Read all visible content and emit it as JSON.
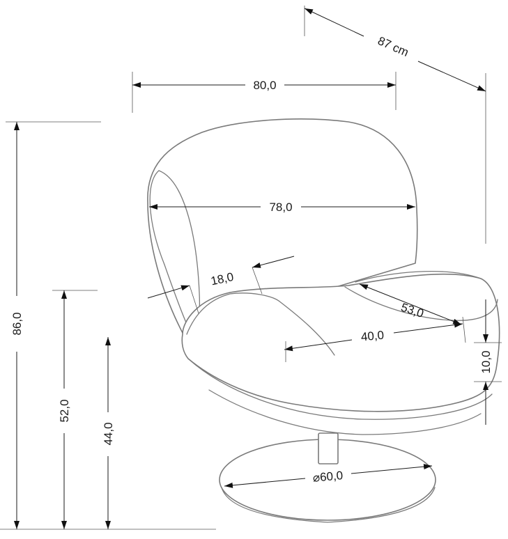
{
  "dimensions": {
    "depth_overall": "87 cm",
    "width_overall": "80,0",
    "width_back": "78,0",
    "armrest_thickness": "18,0",
    "armrest_length": "53,0",
    "seat_depth": "40,0",
    "seat_thickness": "10,0",
    "height_overall": "86,0",
    "armrest_height": "52,0",
    "seat_height": "44,0",
    "base_diameter": "⌀60,0"
  }
}
